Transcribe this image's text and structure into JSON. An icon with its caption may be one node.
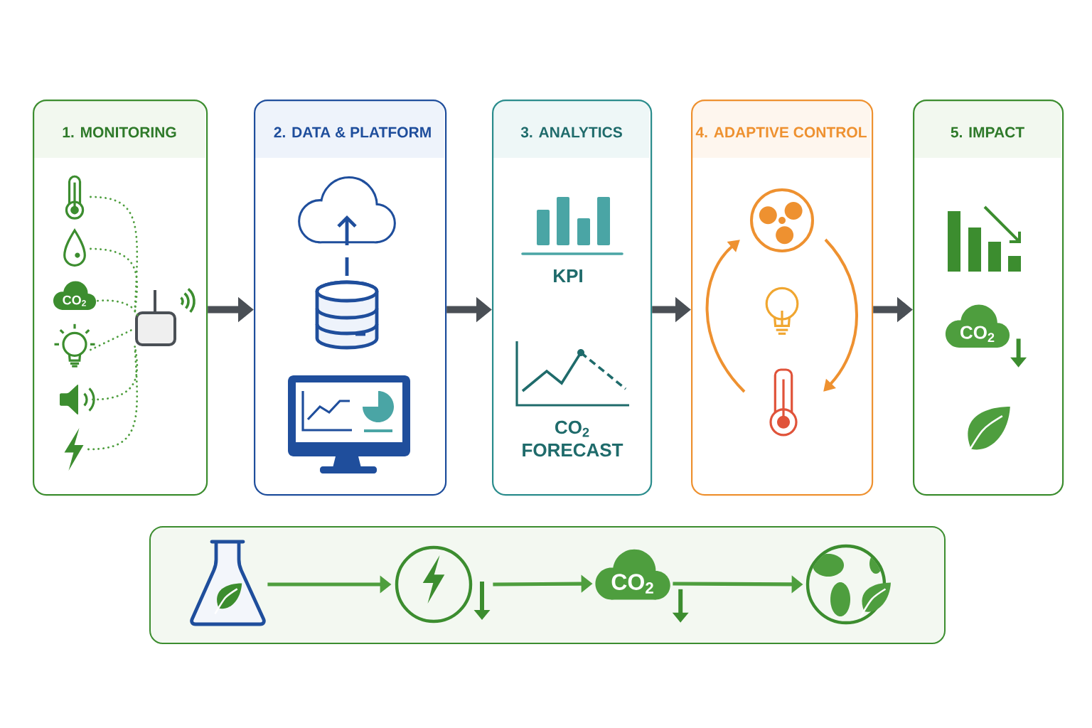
{
  "diagram": {
    "nodes": [
      {
        "text": [
          "1. MONITORING"
        ]
      },
      {
        "text": [],
        "shape": "thermometer",
        "in": 0
      },
      {
        "text": [],
        "shape": "drop",
        "in": 0
      },
      {
        "text": [
          "CO$_{2}$"
        ],
        "in": 0
      },
      {
        "text": [],
        "shape": "bulb",
        "in": 0
      },
      {
        "text": [],
        "shape": "speaker",
        "in": 0
      },
      {
        "text": [],
        "shape": "bolt",
        "in": 0
      },
      {
        "text": [],
        "shape": "box",
        "in": 0
      },
      {
        "text": [
          "2. DATA & PLATFORM"
        ]
      },
      {
        "text": [
          "3. ANALYTICS",
          "KPI",
          "CO$_{2}$ FORECAST"
        ]
      },
      {
        "text": [
          "4. ADAPTIVE CONTROL"
        ]
      },
      {
        "text": [
          "5. IMPACT"
        ]
      },
      {
        "text": [
          "CO$_{2}$"
        ],
        "in": 11
      },
      {
        "text": [],
        "shape": "box"
      },
      {
        "text": [],
        "shape": "flask",
        "in": 13
      },
      {
        "text": [],
        "shape": "circle",
        "in": 13
      },
      {
        "text": [
          "CO$_{2}$"
        ],
        "in": 13
      },
      {
        "text": [],
        "shape": "globe",
        "in": 13
      }
    ],
    "edges": [
      {
        "from": 1,
        "to": 7,
        "arrow": "none",
        "style": "dashed"
      },
      {
        "from": 2,
        "to": 7,
        "arrow": "none",
        "style": "dashed"
      },
      {
        "from": 3,
        "to": 7,
        "arrow": "none",
        "style": "dashed"
      },
      {
        "from": 4,
        "to": 7,
        "arrow": "none",
        "style": "dashed"
      },
      {
        "from": 5,
        "to": 7,
        "arrow": "none",
        "style": "dashed"
      },
      {
        "from": 6,
        "to": 7,
        "arrow": "none",
        "style": "dashed"
      },
      {
        "from": 0,
        "to": 8,
        "arrow": "to",
        "style": "thick",
        "color": "#4a4f55"
      },
      {
        "from": 8,
        "to": 9,
        "arrow": "to",
        "style": "thick",
        "color": "#4a4f55"
      },
      {
        "from": 9,
        "to": 10,
        "arrow": "to",
        "style": "thick",
        "color": "#4a4f55"
      },
      {
        "from": 10,
        "to": 11,
        "arrow": "to",
        "style": "thick",
        "color": "#4a4f55"
      },
      {
        "from": 14,
        "to": 15,
        "arrow": "to"
      },
      {
        "from": 15,
        "to": 16,
        "arrow": "to"
      },
      {
        "from": 16,
        "to": 17,
        "arrow": "to"
      }
    ]
  }
}
